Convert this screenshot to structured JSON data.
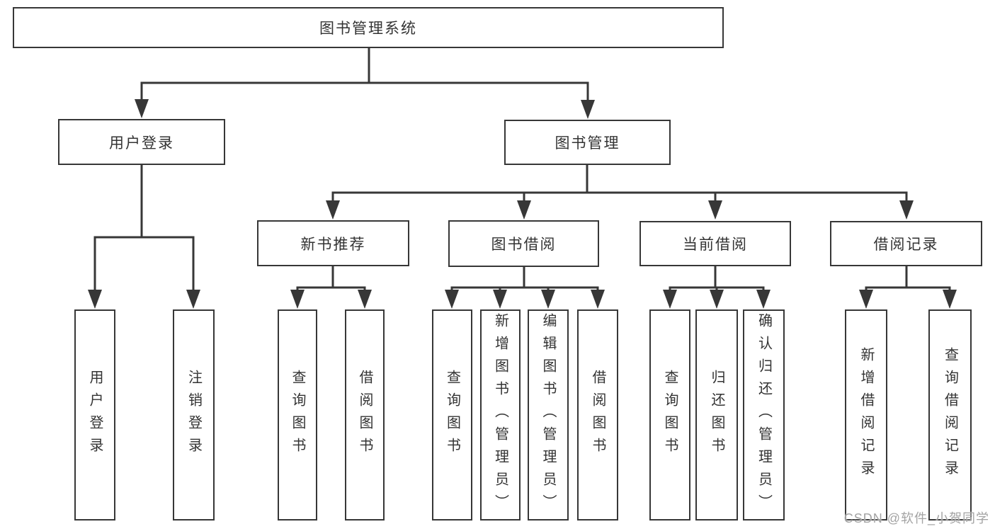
{
  "tree": {
    "root": {
      "label": "图书管理系统"
    },
    "level2": [
      {
        "label": "用户登录",
        "children": [
          {
            "label": "用户登录"
          },
          {
            "label": "注销登录"
          }
        ]
      },
      {
        "label": "图书管理",
        "children": [
          {
            "label": "新书推荐",
            "children": [
              {
                "label": "查询图书"
              },
              {
                "label": "借阅图书"
              }
            ]
          },
          {
            "label": "图书借阅",
            "children": [
              {
                "label": "查询图书"
              },
              {
                "label": "新增图书（管理员）"
              },
              {
                "label": "编辑图书（管理员）"
              },
              {
                "label": "借阅图书"
              }
            ]
          },
          {
            "label": "当前借阅",
            "children": [
              {
                "label": "查询图书"
              },
              {
                "label": "归还图书"
              },
              {
                "label": "确认归还（管理员）"
              }
            ]
          },
          {
            "label": "借阅记录",
            "children": [
              {
                "label": "新增借阅记录"
              },
              {
                "label": "查询借阅记录"
              }
            ]
          }
        ]
      }
    ]
  },
  "watermark": {
    "text": "CSDN @软件_小贺同学"
  },
  "colors": {
    "line": "#373737",
    "text": "#333333",
    "background": "#ffffff",
    "watermark": "#a3a3a3"
  }
}
